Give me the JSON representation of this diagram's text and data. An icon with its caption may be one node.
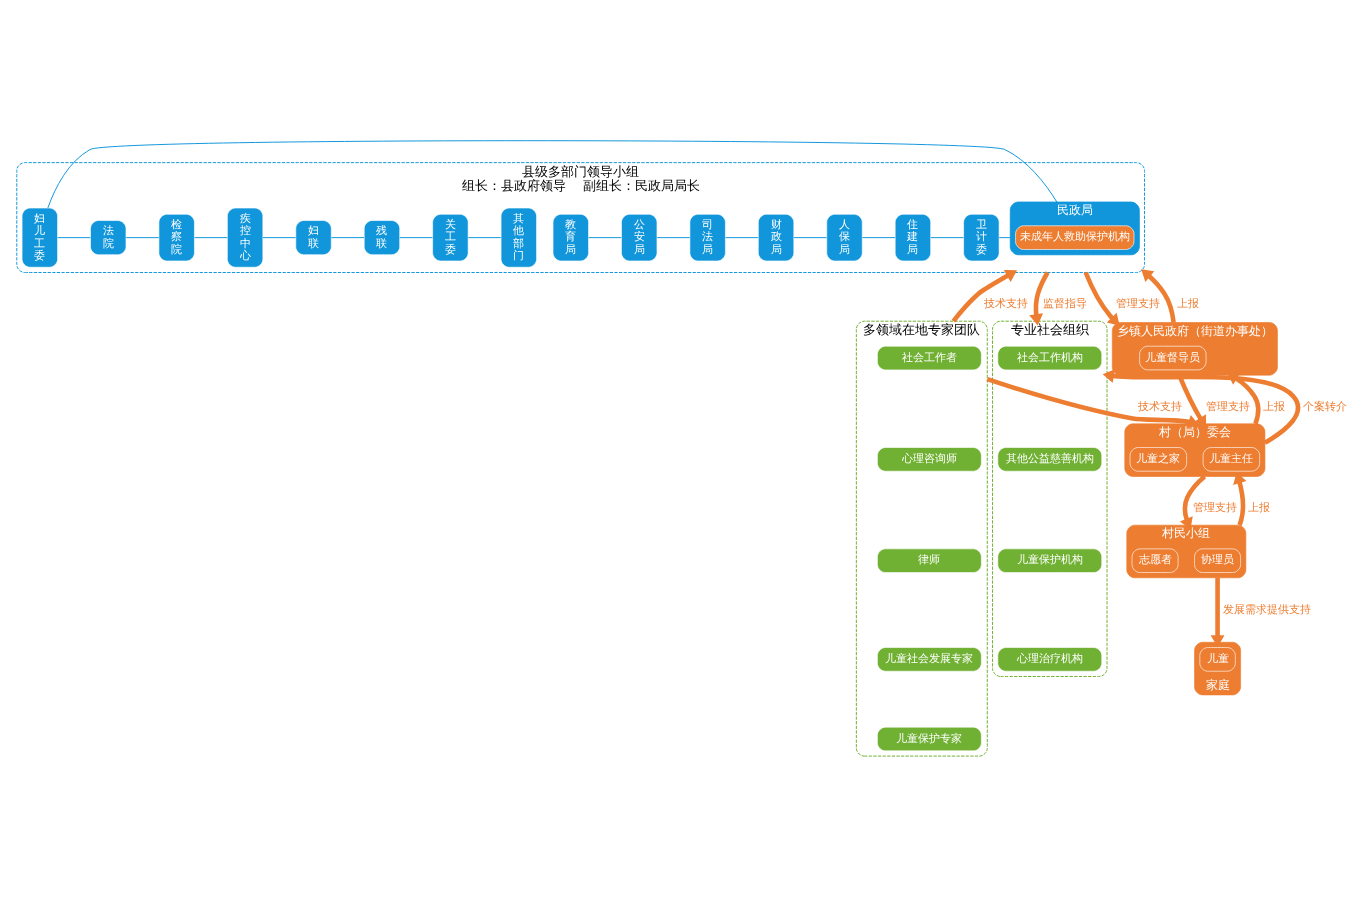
{
  "diagram": {
    "nodes": [
      {
        "text": [
          "县级多部门领导小组",
          "组长：县政府领导    副组长：民政局局长"
        ]
      },
      {
        "text": [
          "教育局"
        ],
        "in": 0
      },
      {
        "text": [
          "公安局"
        ],
        "in": 0
      },
      {
        "text": [
          "司法局"
        ],
        "in": 0
      },
      {
        "text": [
          "财政局"
        ],
        "in": 0
      },
      {
        "text": [
          "人保局"
        ],
        "in": 0
      },
      {
        "text": [
          "住建局"
        ],
        "in": 0
      },
      {
        "text": [
          "卫计委"
        ],
        "in": 0
      },
      {
        "text": [
          "民政局"
        ],
        "in": 0
      },
      {
        "text": [
          "未成年人救助保护机构"
        ],
        "in": 8
      },
      {
        "text": [
          "妇儿工委"
        ],
        "in": 0
      },
      {
        "text": [
          "法院"
        ],
        "in": 0
      },
      {
        "text": [
          "检察院"
        ],
        "in": 0
      },
      {
        "text": [
          "疾控中心"
        ],
        "in": 0
      },
      {
        "text": [
          "妇联"
        ],
        "in": 0
      },
      {
        "text": [
          "残联"
        ],
        "in": 0
      },
      {
        "text": [
          "关工委"
        ],
        "in": 0
      },
      {
        "text": [
          "其他部门"
        ],
        "in": 0
      },
      {
        "text": [
          "多领域在地专家团队"
        ]
      },
      {
        "text": [
          "社会工作者"
        ],
        "in": 18
      },
      {
        "text": [
          "心理咨询师"
        ],
        "in": 18
      },
      {
        "text": [
          "律师"
        ],
        "in": 18
      },
      {
        "text": [
          "儿童社会发展专家"
        ],
        "in": 18
      },
      {
        "text": [
          "儿童保护专家"
        ],
        "in": 18
      },
      {
        "text": [
          "乡镇人民政府（街道办事处）"
        ]
      },
      {
        "text": [
          "儿童督导员"
        ],
        "in": 24
      },
      {
        "text": [
          "村（局）委会"
        ]
      },
      {
        "text": [
          "儿童主任"
        ],
        "in": 26
      },
      {
        "text": [
          "儿童之家"
        ],
        "in": 26
      },
      {
        "text": [
          "村民小组"
        ]
      },
      {
        "text": [
          "协理员"
        ],
        "in": 29
      },
      {
        "text": [
          "志愿者"
        ],
        "in": 29
      },
      {
        "text": [
          "家庭"
        ]
      },
      {
        "text": [
          "儿童"
        ],
        "in": 32
      },
      {
        "text": [
          "专业社会组织"
        ]
      },
      {
        "text": [
          "社会工作机构"
        ],
        "in": 34
      },
      {
        "text": [
          "其他公益慈善机构"
        ],
        "in": 34
      },
      {
        "text": [
          "儿童保护机构"
        ],
        "in": 34
      },
      {
        "text": [
          "心理治疗机构"
        ],
        "in": 34
      }
    ],
    "edges": [
      {
        "from": 1,
        "to": 2,
        "arrow": "none"
      },
      {
        "from": 2,
        "to": 3,
        "arrow": "none"
      },
      {
        "from": 3,
        "to": 4,
        "arrow": "none"
      },
      {
        "from": 4,
        "to": 5,
        "arrow": "none"
      },
      {
        "from": 5,
        "to": 6,
        "arrow": "none"
      },
      {
        "from": 6,
        "to": 7,
        "arrow": "none"
      },
      {
        "from": 7,
        "to": 8,
        "arrow": "none"
      },
      {
        "from": 8,
        "to": 10,
        "arrow": "none"
      },
      {
        "from": 10,
        "to": 11,
        "arrow": "none"
      },
      {
        "from": 11,
        "to": 12,
        "arrow": "none"
      },
      {
        "from": 12,
        "to": 13,
        "arrow": "none"
      },
      {
        "from": 13,
        "to": 14,
        "arrow": "none"
      },
      {
        "from": 14,
        "to": 15,
        "arrow": "none"
      },
      {
        "from": 15,
        "to": 16,
        "arrow": "none"
      },
      {
        "from": 16,
        "to": 17,
        "arrow": "none"
      },
      {
        "from": 18,
        "to": 0,
        "arrow": "to",
        "label": "技术支持",
        "style": "thick",
        "color": "#ed7d31"
      },
      {
        "from": 0,
        "to": 24,
        "arrow": "to",
        "label": "管理支持",
        "style": "thick",
        "color": "#ed7d31"
      },
      {
        "from": 24,
        "to": 0,
        "arrow": "to",
        "label": "上报",
        "style": "thick",
        "color": "#ed7d31"
      },
      {
        "from": 0,
        "to": 34,
        "arrow": "to",
        "label": "监督指导",
        "style": "thick",
        "color": "#ed7d31"
      },
      {
        "from": 24,
        "to": 26,
        "arrow": "to",
        "label": "管理支持",
        "style": "thick",
        "color": "#ed7d31"
      },
      {
        "from": 26,
        "to": 24,
        "arrow": "to",
        "label": "上报",
        "style": "thick",
        "color": "#ed7d31"
      },
      {
        "from": 18,
        "to": 26,
        "arrow": "to",
        "label": "技术支持",
        "style": "thick",
        "color": "#ed7d31"
      },
      {
        "from": 26,
        "to": 34,
        "arrow": "to",
        "label": "个案转介",
        "style": "thick",
        "color": "#ed7d31"
      },
      {
        "from": 26,
        "to": 29,
        "arrow": "to",
        "label": "管理支持",
        "style": "thick",
        "color": "#ed7d31"
      },
      {
        "from": 29,
        "to": 26,
        "arrow": "to",
        "label": "上报",
        "style": "thick",
        "color": "#ed7d31"
      },
      {
        "from": 29,
        "to": 32,
        "arrow": "to",
        "label": "发展需求提供支持",
        "style": "thick",
        "color": "#ed7d31"
      }
    ]
  }
}
